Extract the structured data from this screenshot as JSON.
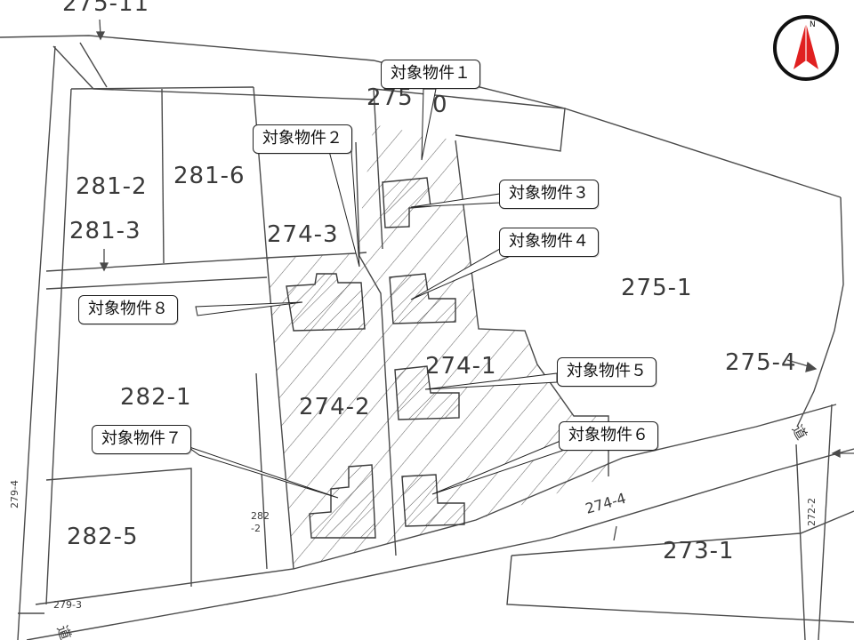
{
  "map": {
    "compass_letter": "N",
    "parcels": {
      "p275_11": "275-11",
      "p275_0": "275",
      "p275_0b": "0",
      "p281_2": "281-2",
      "p281_6": "281-6",
      "p281_3": "281-3",
      "p274_3": "274-3",
      "p275_1": "275-1",
      "p275_4": "275-4",
      "p274_1": "274-1",
      "p274_2": "274-2",
      "p282_1": "282-1",
      "p282_5": "282-5",
      "p282_2a": "282",
      "p282_2b": "-2",
      "p274_4": "274-4",
      "p273_1": "273-1",
      "p279_4": "279-4",
      "p279_3": "279-3",
      "p272_2": "272-2"
    },
    "road_labels": {
      "right": "道",
      "bottom": "道"
    },
    "callouts": {
      "c1": "対象物件１",
      "c2": "対象物件２",
      "c3": "対象物件３",
      "c4": "対象物件４",
      "c5": "対象物件５",
      "c6": "対象物件６",
      "c7": "対象物件７",
      "c8": "対象物件８"
    },
    "colors": {
      "line": "#4a4a4a",
      "hatch": "#6a6a6a",
      "compass_red": "#e02020",
      "compass_ring": "#111111"
    }
  }
}
